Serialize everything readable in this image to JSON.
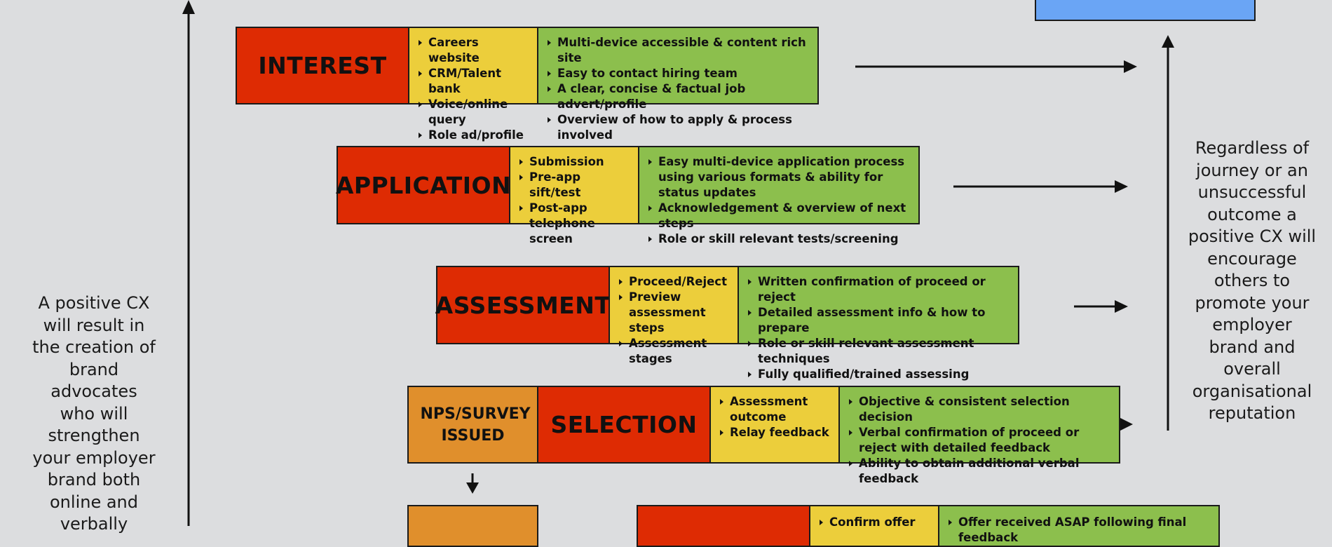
{
  "stages": [
    {
      "title": "INTEREST",
      "touchpoints": [
        "Careers website",
        "CRM/Talent bank",
        "Voice/online query",
        "Role ad/profile"
      ],
      "expectations": [
        "Multi-device accessible & content rich site",
        "Easy to contact hiring team",
        "A clear, concise & factual job advert/profile",
        "Overview of how to apply & process involved"
      ]
    },
    {
      "title": "APPLICATION",
      "touchpoints": [
        "Submission",
        "Pre-app sift/test",
        "Post-app telephone screen"
      ],
      "expectations": [
        "Easy multi-device application process using various formats & ability for status updates",
        "Acknowledgement & overview of next steps",
        "Role or skill relevant tests/screening"
      ]
    },
    {
      "title": "ASSESSMENT",
      "touchpoints": [
        "Proceed/Reject",
        "Preview assessment steps",
        "Assessment stages"
      ],
      "expectations": [
        "Written confirmation of proceed or reject",
        "Detailed assessment info & how to prepare",
        "Role or skill relevant assessment techniques",
        "Fully qualified/trained assessing managers"
      ]
    },
    {
      "title": "SELECTION",
      "prefix": "NPS/SURVEY ISSUED",
      "touchpoints": [
        "Assessment outcome",
        "Relay feedback"
      ],
      "expectations": [
        "Objective & consistent selection decision",
        "Verbal confirmation of proceed or reject with detailed feedback",
        "Ability to obtain additional verbal feedback"
      ]
    },
    {
      "touchpoints": [
        "Confirm offer"
      ],
      "expectations": [
        "Offer received ASAP following final feedback"
      ]
    }
  ],
  "left_note": "A positive CX will result in the creation of brand advocates who will strengthen your employer brand both online and verbally",
  "right_note": "Regardless of journey or an unsuccessful outcome a positive CX will encourage others to promote your employer brand and overall organisational reputation",
  "colors": {
    "stage": "#de2b03",
    "touchpoint": "#ecce3b",
    "expectation": "#8cbf4d",
    "survey": "#e08f2c",
    "goal": "#6aa5f5",
    "background": "#dcdddf"
  }
}
